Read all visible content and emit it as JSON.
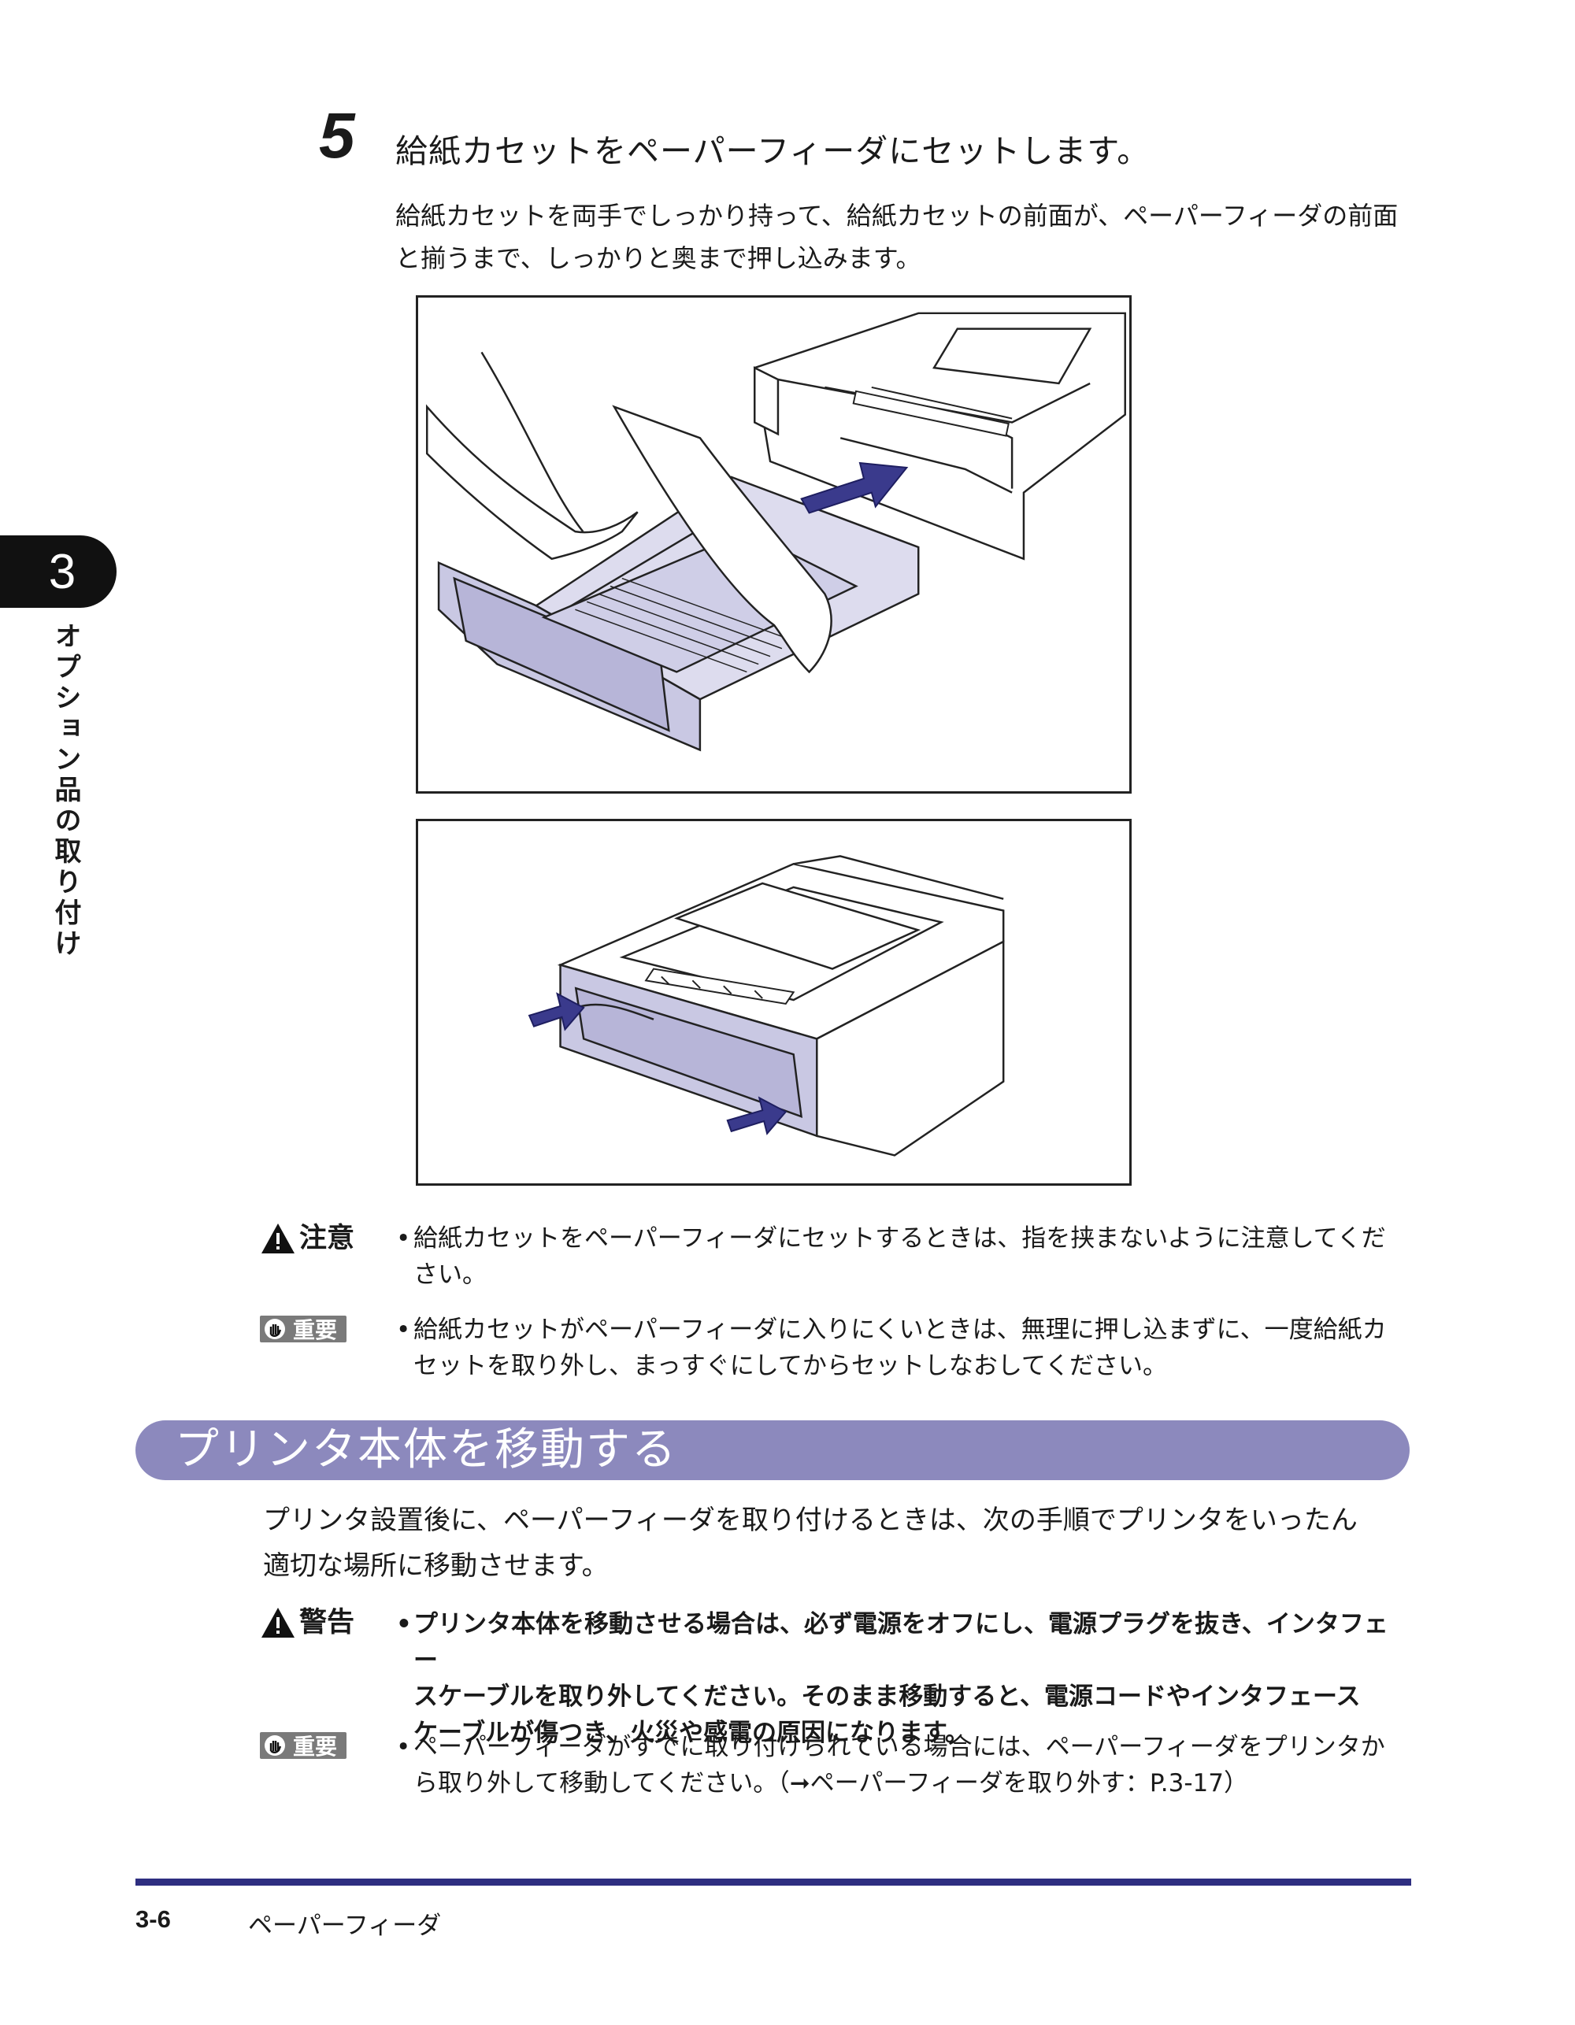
{
  "chapter": {
    "number": "3",
    "title": "オプション品の取り付け"
  },
  "step": {
    "number": "5",
    "title": "給紙カセットをペーパーフィーダにセットします。",
    "body_line1": "給紙カセットを両手でしっかり持って、給紙カセットの前面が、ペーパーフィーダの前面",
    "body_line2": "と揃うまで、しっかりと奥まで押し込みます。"
  },
  "notes": {
    "caution": {
      "label": "注意",
      "line1": "給紙カセットをペーパーフィーダにセットするときは、指を挟まないように注意してくだ",
      "line2": "さい。"
    },
    "important1": {
      "label": "重要",
      "line1": "給紙カセットがペーパーフィーダに入りにくいときは、無理に押し込まずに、一度給紙カ",
      "line2": "セットを取り外し、まっすぐにしてからセットしなおしてください。"
    },
    "warning": {
      "label": "警告",
      "line1": "プリンタ本体を移動させる場合は、必ず電源をオフにし、電源プラグを抜き、インタフェー",
      "line2": "スケーブルを取り外してください。そのまま移動すると、電源コードやインタフェース",
      "line3": "ケーブルが傷つき、火災や感電の原因になります。"
    },
    "important2": {
      "label": "重要",
      "line1": "ペーパーフィーダがすでに取り付けられている場合には、ペーパーフィーダをプリンタか",
      "line2": "ら取り外して移動してください。（➞ペーパーフィーダを取り外す：P.3-17）"
    }
  },
  "section": {
    "title": "プリンタ本体を移動する",
    "body_line1": "プリンタ設置後に、ペーパーフィーダを取り付けるときは、次の手順でプリンタをいったん",
    "body_line2": "適切な場所に移動させます。"
  },
  "footer": {
    "page": "3-6",
    "title": "ペーパーフィーダ"
  },
  "colors": {
    "section_bar": "#8c89bd",
    "footer_line": "#2e2e80",
    "arrow": "#3a3a8c",
    "cassette_fill": "#c9c8e3"
  }
}
